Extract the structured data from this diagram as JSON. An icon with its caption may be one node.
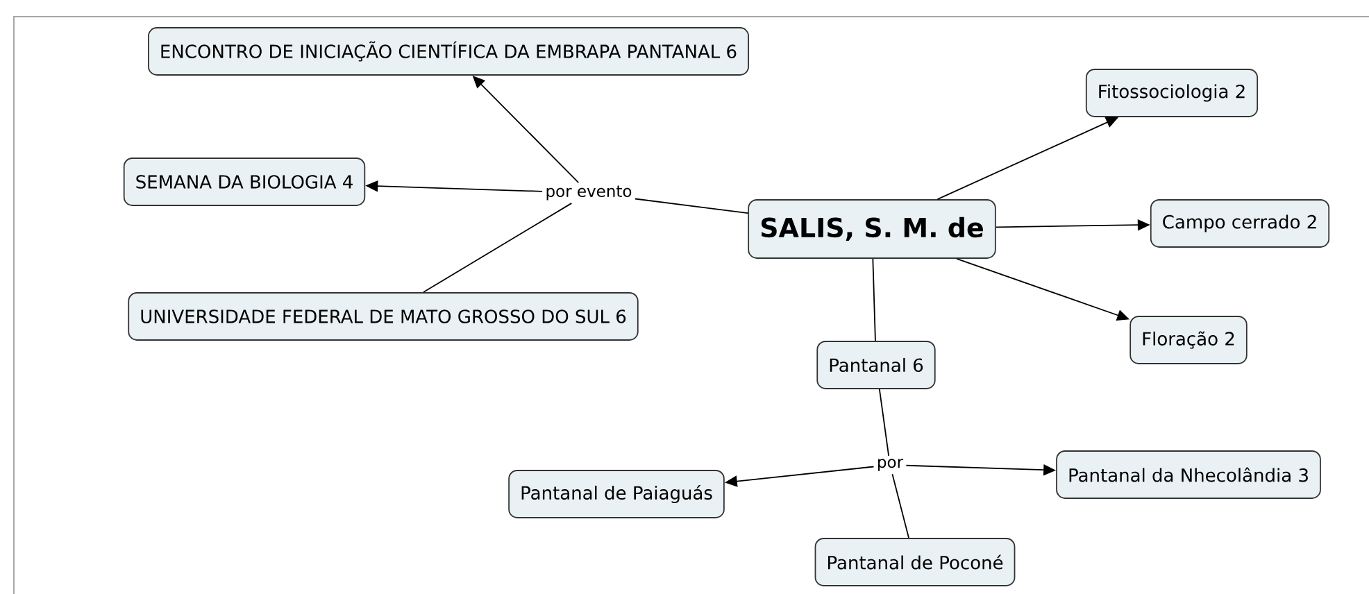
{
  "diagram": {
    "nodes": [
      {
        "text": [
          "ENCONTRO DE INICIAÇÃO CIENTÍFICA DA EMBRAPA PANTANAL 6"
        ]
      },
      {
        "text": [
          "SEMANA DA BIOLOGIA 4"
        ]
      },
      {
        "text": [
          "por evento"
        ]
      },
      {
        "text": [
          "UNIVERSIDADE FEDERAL DE MATO GROSSO DO SUL 6"
        ]
      },
      {
        "text": [
          "SALIS, S. M. de"
        ]
      },
      {
        "text": [
          "Fitossociologia 2"
        ]
      },
      {
        "text": [
          "Campo cerrado 2"
        ]
      },
      {
        "text": [
          "Floração 2"
        ]
      },
      {
        "text": [
          "Pantanal 6"
        ]
      },
      {
        "text": [
          "por"
        ]
      },
      {
        "text": [
          "Pantanal de Paiaguás"
        ]
      },
      {
        "text": [
          "Pantanal da Nhecolândia 3"
        ]
      },
      {
        "text": [
          "Pantanal de Poconé"
        ]
      }
    ],
    "edges": [
      {
        "from": 4,
        "to": 2,
        "arrow": "none"
      },
      {
        "from": 2,
        "to": 0,
        "arrow": "to"
      },
      {
        "from": 2,
        "to": 1,
        "arrow": "to"
      },
      {
        "from": 2,
        "to": 3,
        "arrow": "none"
      },
      {
        "from": 4,
        "to": 5,
        "arrow": "to"
      },
      {
        "from": 4,
        "to": 6,
        "arrow": "to"
      },
      {
        "from": 4,
        "to": 7,
        "arrow": "to"
      },
      {
        "from": 4,
        "to": 8,
        "arrow": "none"
      },
      {
        "from": 8,
        "to": 9,
        "arrow": "none"
      },
      {
        "from": 9,
        "to": 10,
        "arrow": "to"
      },
      {
        "from": 9,
        "to": 11,
        "arrow": "to"
      },
      {
        "from": 9,
        "to": 12,
        "arrow": "none"
      }
    ]
  }
}
